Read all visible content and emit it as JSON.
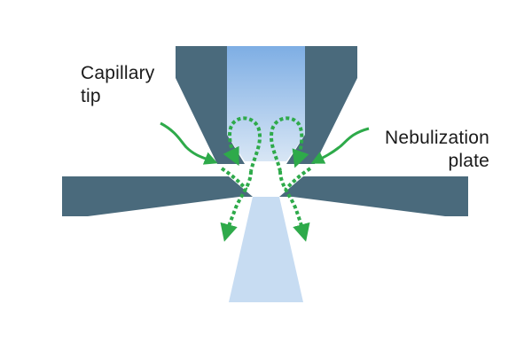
{
  "labels": {
    "capillary_tip": [
      "Capillary",
      "tip"
    ],
    "nebulization_plate": [
      "Nebulization",
      "plate"
    ]
  },
  "colors": {
    "metal": "#4a6a7c",
    "spray_light": "#cfe0f3",
    "spray_mid": "#8bb8e8",
    "flow_arrow": "#2eaa4a",
    "text": "#1a1a1a"
  }
}
